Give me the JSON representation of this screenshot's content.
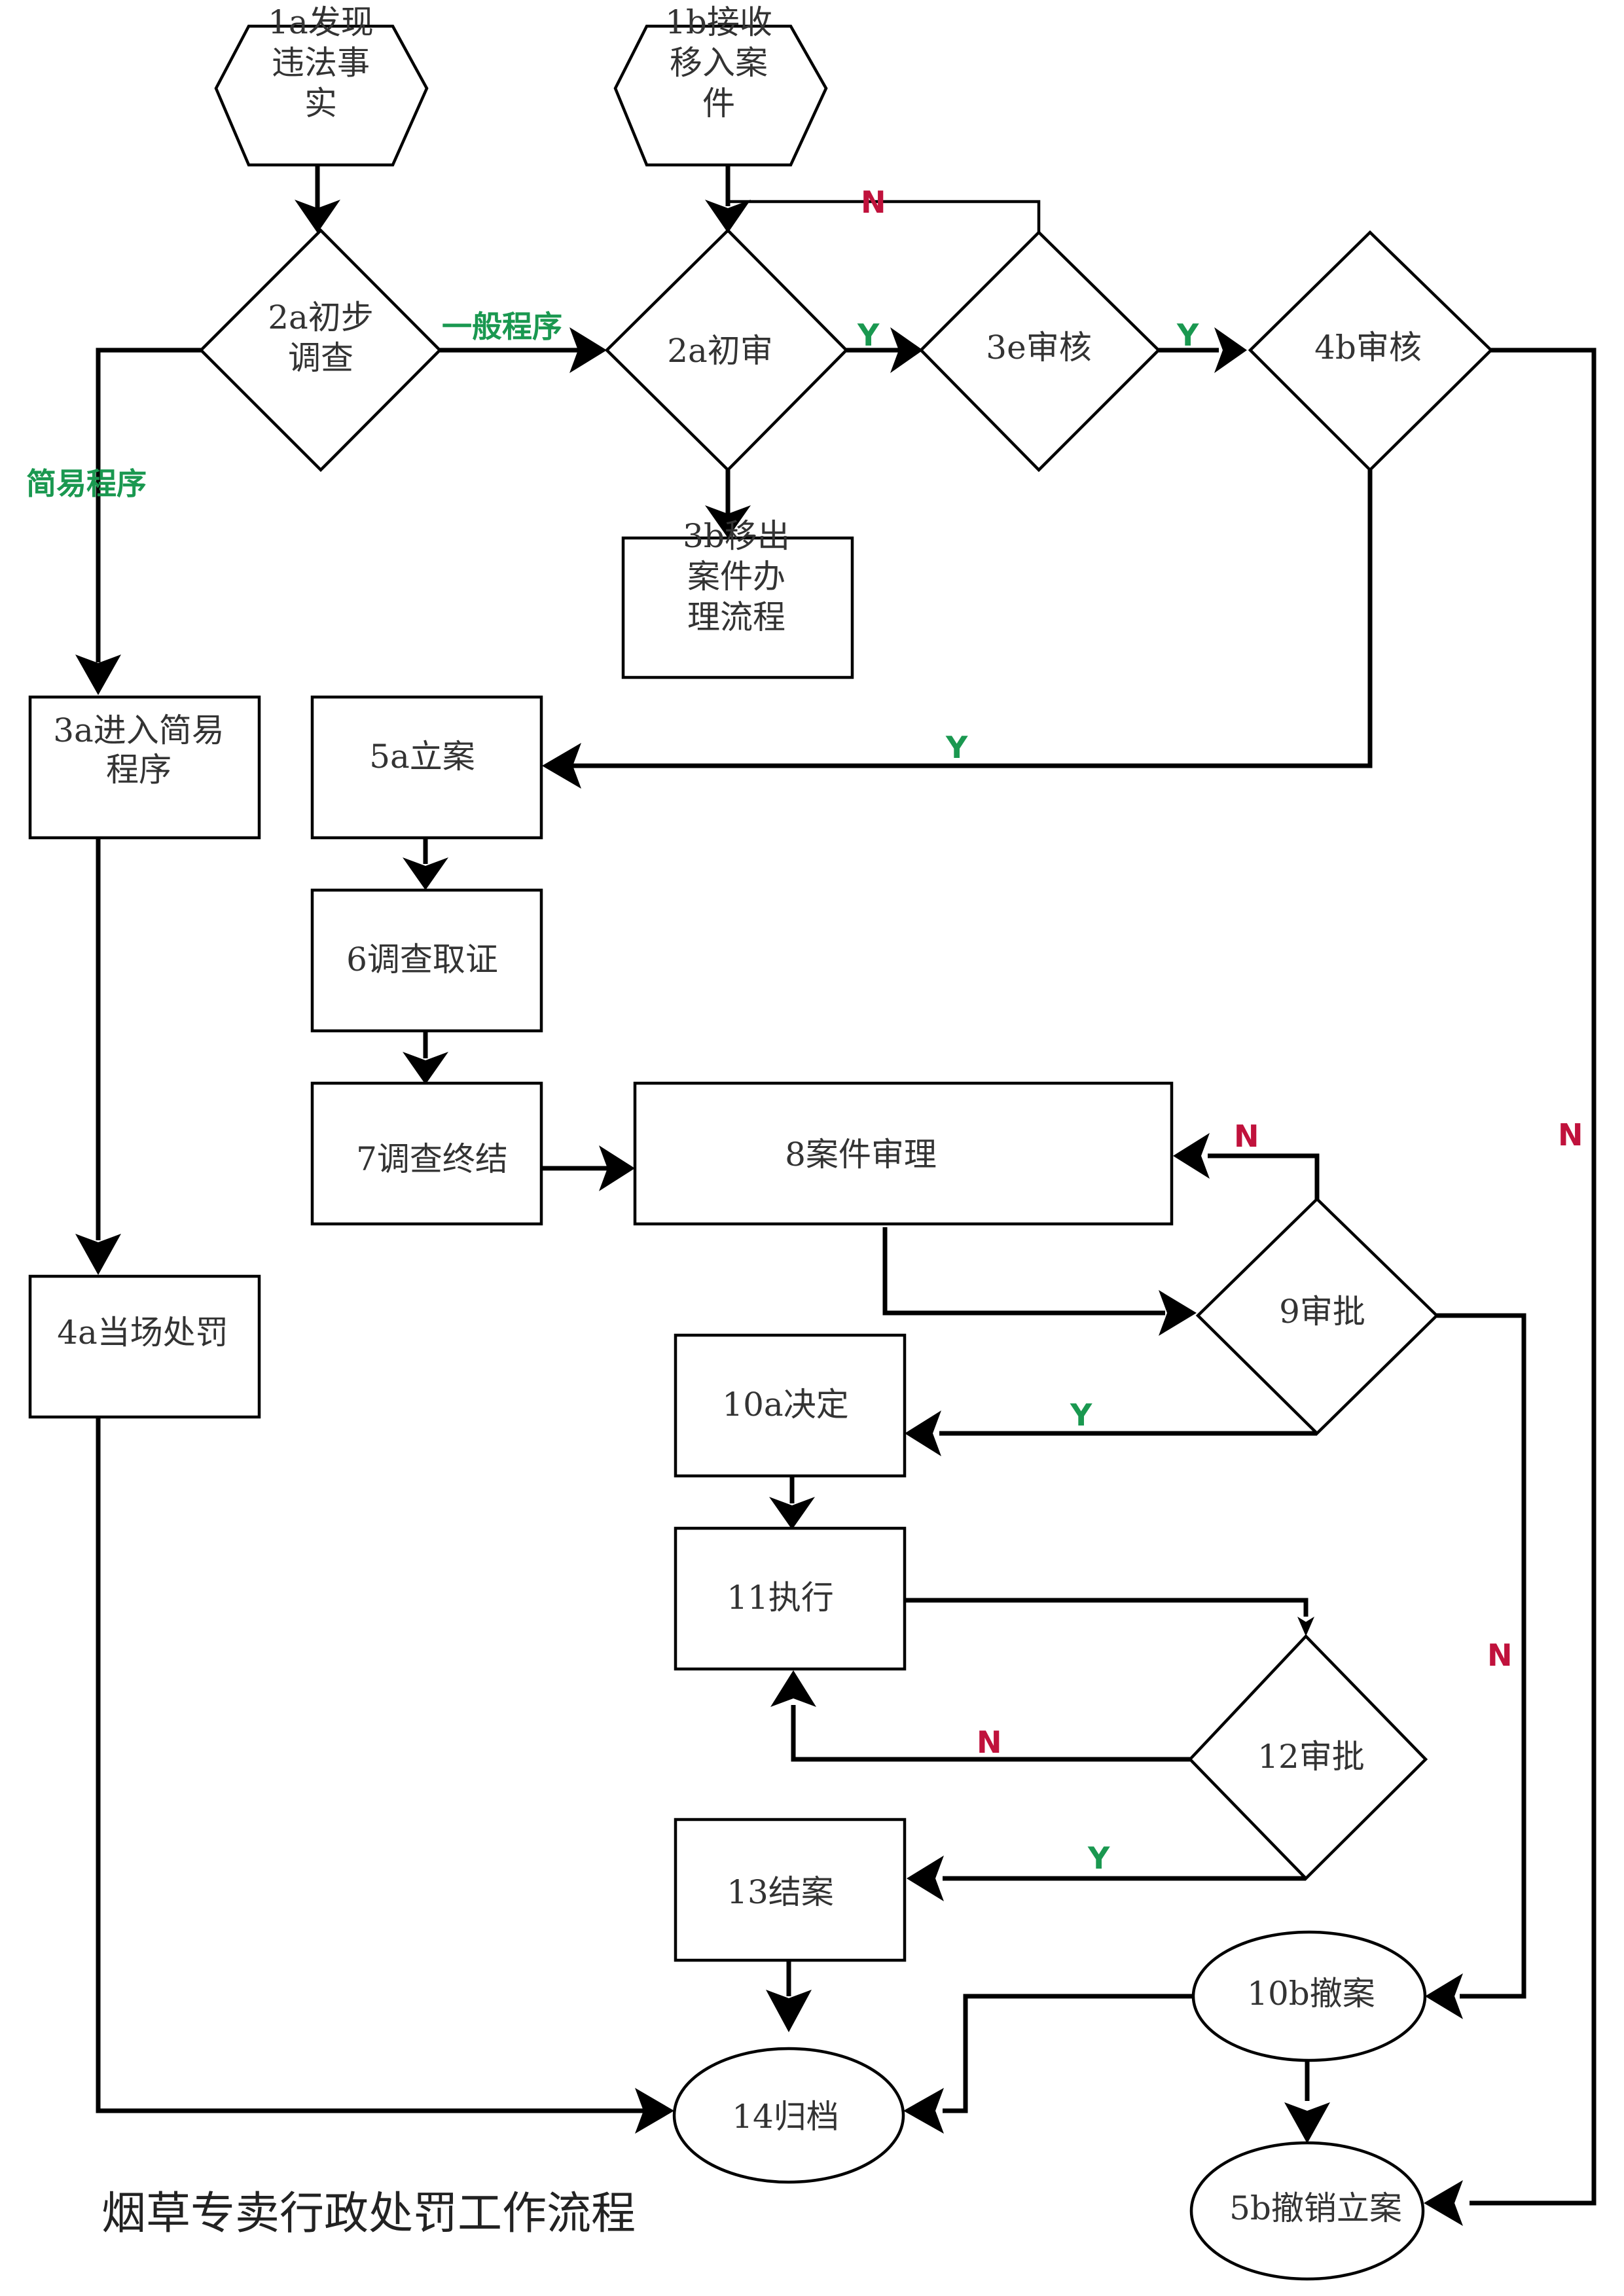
{
  "title": "烟草专卖行政处罚工作流程",
  "colors": {
    "yes": "#1a9850",
    "no": "#c0123c",
    "route": "#1a9850"
  },
  "nodes": {
    "n1a": {
      "lines": [
        "1a发现",
        "违法事",
        "实"
      ]
    },
    "n1b": {
      "lines": [
        "1b接收",
        "移入案",
        "件"
      ]
    },
    "n2a_inv": {
      "lines": [
        "2a初步",
        "调查"
      ]
    },
    "n2a_rev": {
      "lines": [
        "2a初审"
      ]
    },
    "n3e": {
      "lines": [
        "3e审核"
      ]
    },
    "n4b": {
      "lines": [
        "4b审核"
      ]
    },
    "n3b": {
      "lines": [
        "3b移出",
        "案件办",
        "理流程"
      ]
    },
    "n3a": {
      "lines": [
        "3a进入简易",
        "程序"
      ]
    },
    "n4a": {
      "lines": [
        "4a当场处罚"
      ]
    },
    "n5a": {
      "lines": [
        "5a立案"
      ]
    },
    "n6": {
      "lines": [
        "6调查取证"
      ]
    },
    "n7": {
      "lines": [
        "7调查终结"
      ]
    },
    "n8": {
      "lines": [
        "8案件审理"
      ]
    },
    "n9": {
      "lines": [
        "9审批"
      ]
    },
    "n10a": {
      "lines": [
        "10a决定"
      ]
    },
    "n11": {
      "lines": [
        "11执行"
      ]
    },
    "n12": {
      "lines": [
        "12审批"
      ]
    },
    "n13": {
      "lines": [
        "13结案"
      ]
    },
    "n10b": {
      "lines": [
        "10b撤案"
      ]
    },
    "n14": {
      "lines": [
        "14归档"
      ]
    },
    "n5b": {
      "lines": [
        "5b撤销立案"
      ]
    }
  },
  "edge_labels": {
    "general": "一般程序",
    "simple": "简易程序",
    "y_2a_3e": "Y",
    "y_3e_4b": "Y",
    "n_3e_2a": "N",
    "y_4b_5a": "Y",
    "n_4b_5b": "N",
    "n_9_8": "N",
    "y_9_10a": "Y",
    "n_9_10b": "N",
    "n_12_11": "N",
    "y_12_13": "Y"
  }
}
